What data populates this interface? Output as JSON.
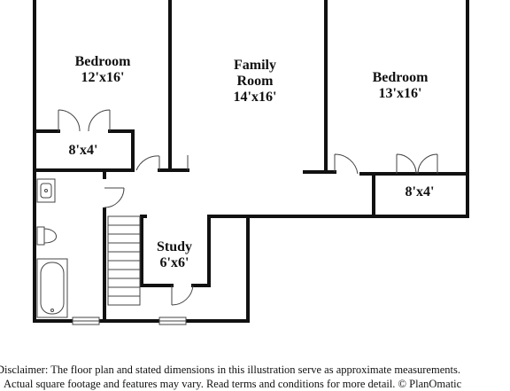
{
  "rooms": {
    "bedroom_left": {
      "name": "Bedroom",
      "dims": "12'x16'"
    },
    "closet_left": {
      "dims": "8'x4'"
    },
    "family_room": {
      "name_line1": "Family",
      "name_line2": "Room",
      "dims": "14'x16'"
    },
    "bedroom_right": {
      "name": "Bedroom",
      "dims": "13'x16'"
    },
    "closet_right": {
      "dims": "8'x4'"
    },
    "study": {
      "name": "Study",
      "dims": "6'x6'"
    }
  },
  "disclaimer": {
    "line1": "Disclaimer: The floor plan and stated dimensions in this illustration serve as approximate measurements.",
    "line2": "Actual square footage and features may vary. Read terms and conditions for more detail. © PlanOmatic"
  },
  "colors": {
    "wall": "#111111",
    "fixture": "#444444",
    "background": "#ffffff"
  }
}
